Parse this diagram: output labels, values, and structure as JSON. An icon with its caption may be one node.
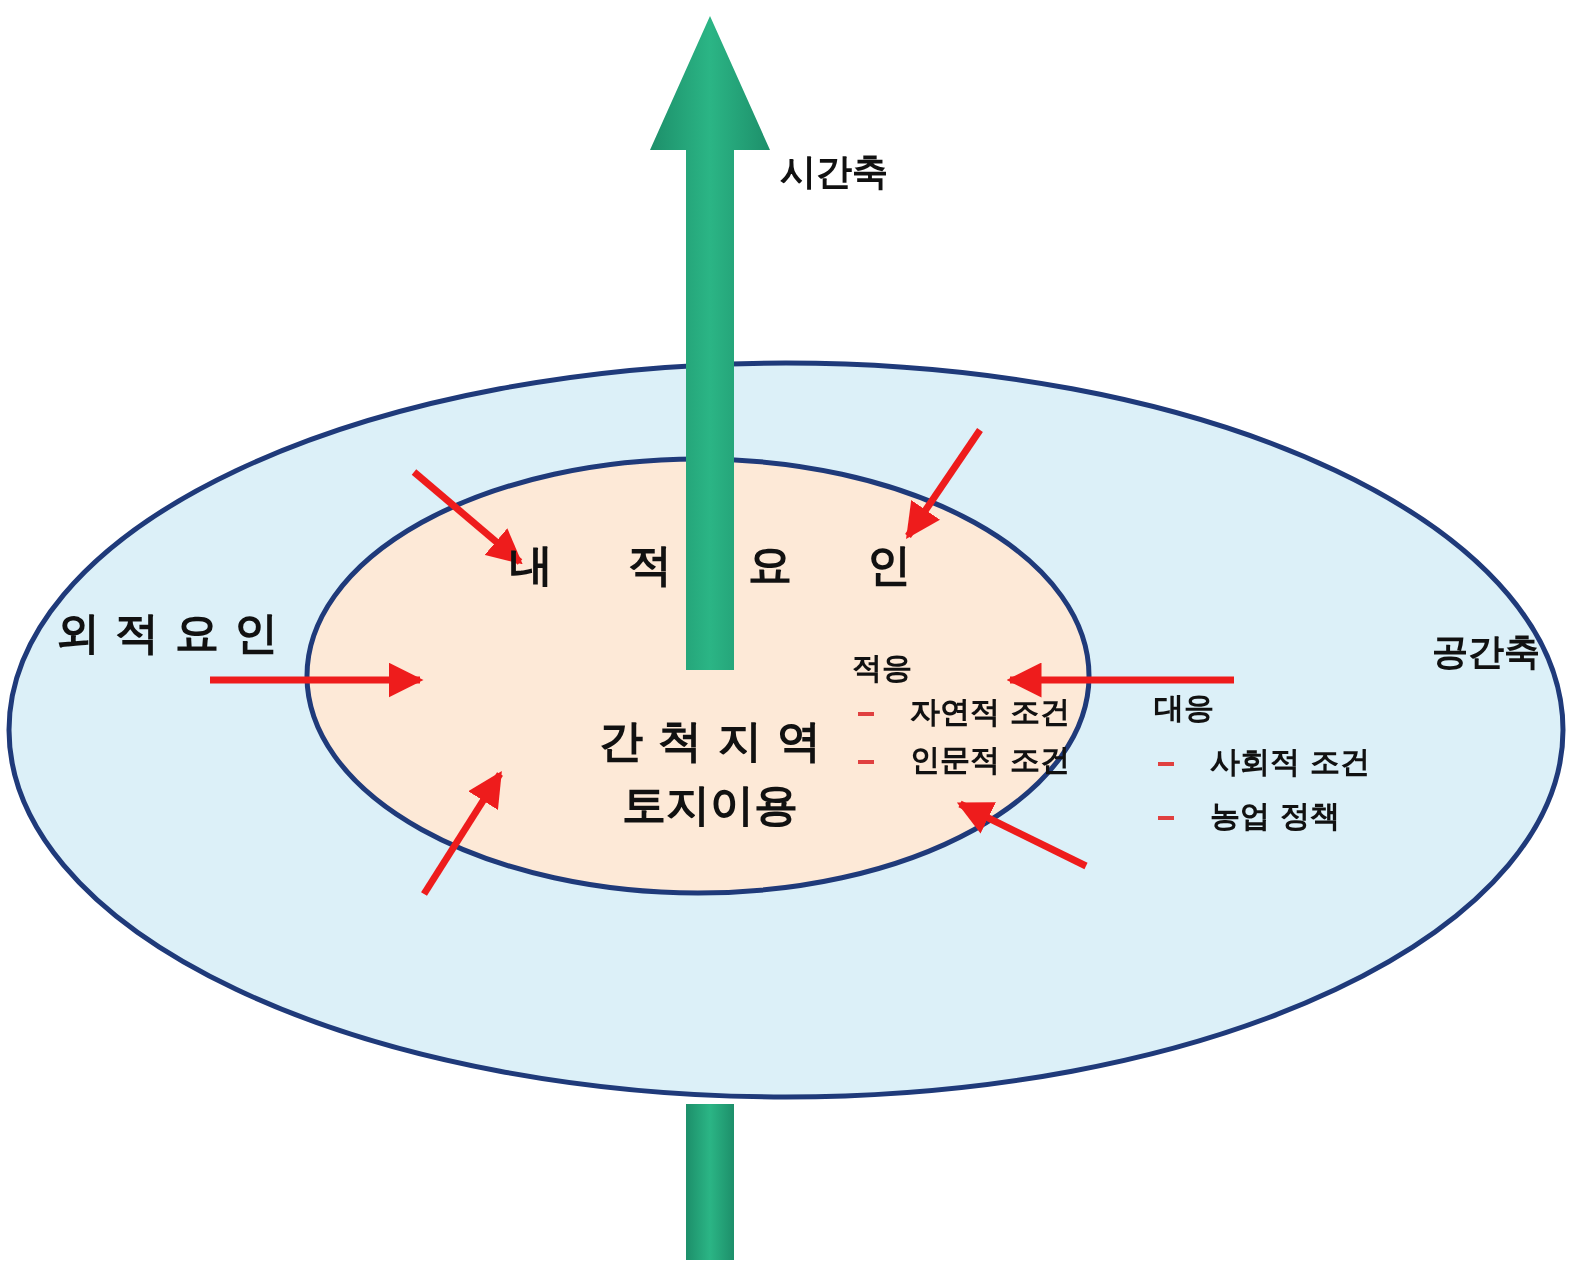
{
  "diagram": {
    "nodes": [
      {
        "text": [
          "외 적 요 인",
          "대응",
          "사회적 조건",
          "농업 정책"
        ]
      },
      {
        "text": [
          "내 적 요 인",
          "간 척 지 역",
          "토지이용",
          "적응",
          "자연적 조건",
          "인문적 조건"
        ],
        "in": 0
      }
    ],
    "edges": [
      {
        "from": null,
        "to": 1,
        "arrow": "to"
      },
      {
        "from": null,
        "to": 1,
        "arrow": "to"
      },
      {
        "from": null,
        "to": 1,
        "arrow": "to"
      },
      {
        "from": null,
        "to": 1,
        "arrow": "to"
      },
      {
        "from": null,
        "to": 1,
        "arrow": "to"
      },
      {
        "from": null,
        "to": 1,
        "arrow": "to"
      }
    ],
    "labels": [
      "시간축",
      "공간축"
    ]
  }
}
